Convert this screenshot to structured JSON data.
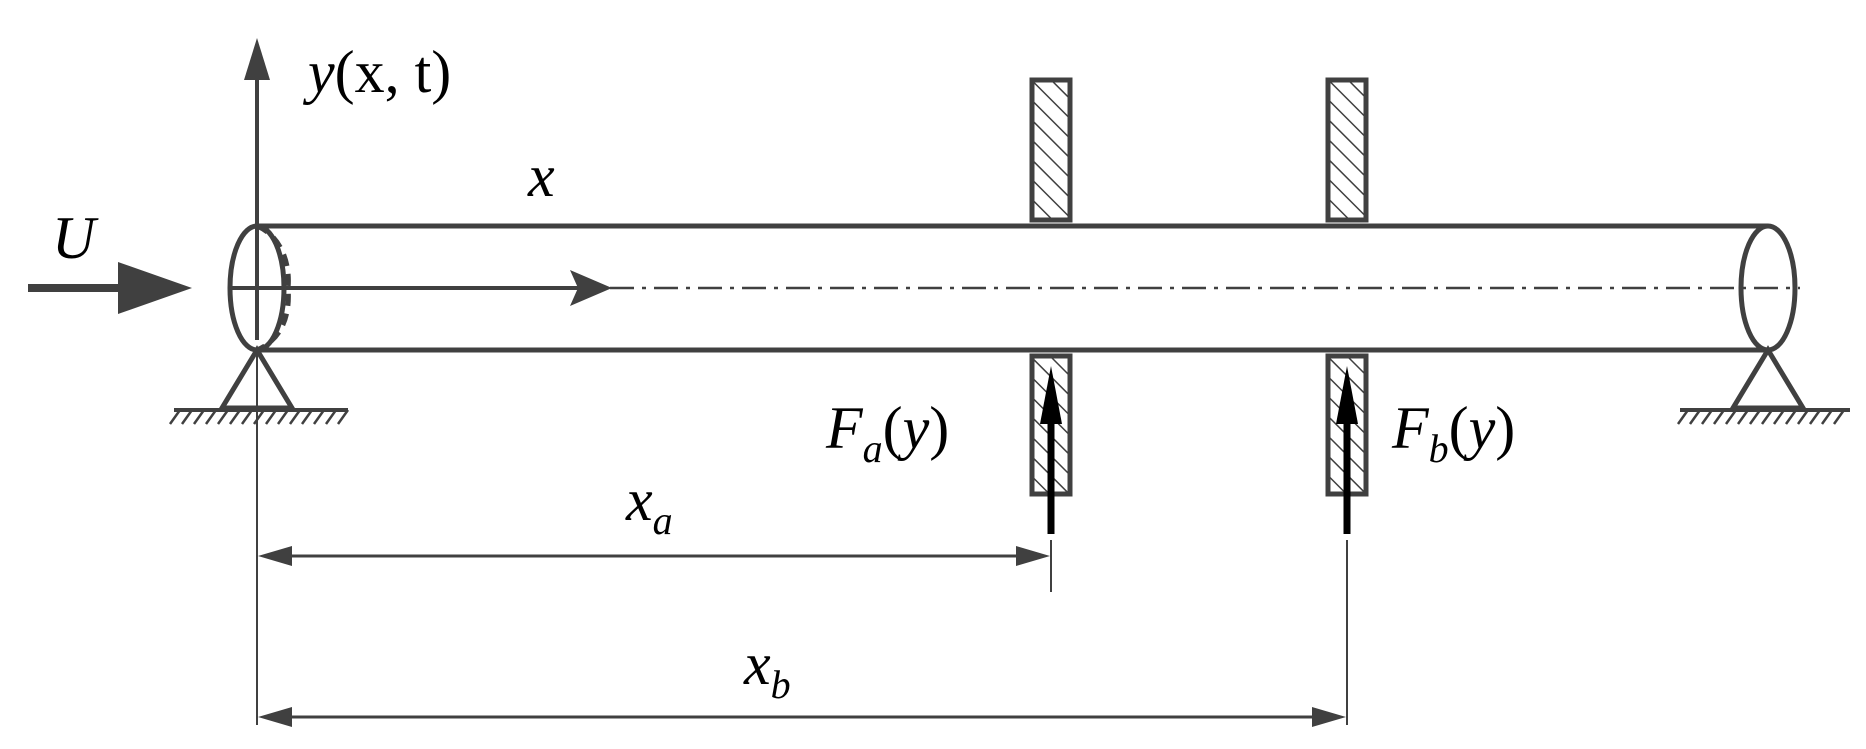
{
  "labels": {
    "y_axis": {
      "fn": "y",
      "args": "(x,  t)"
    },
    "x_axis": "x",
    "flow": "U",
    "force_a": {
      "main": "F",
      "sub": "a",
      "arg": "(y)"
    },
    "force_b": {
      "main": "F",
      "sub": "b",
      "arg": "(y)"
    },
    "dim_a": {
      "main": "x",
      "sub": "a"
    },
    "dim_b": {
      "main": "x",
      "sub": "b"
    }
  },
  "colors": {
    "line": "#404040",
    "text": "#000000",
    "background": "#ffffff"
  }
}
